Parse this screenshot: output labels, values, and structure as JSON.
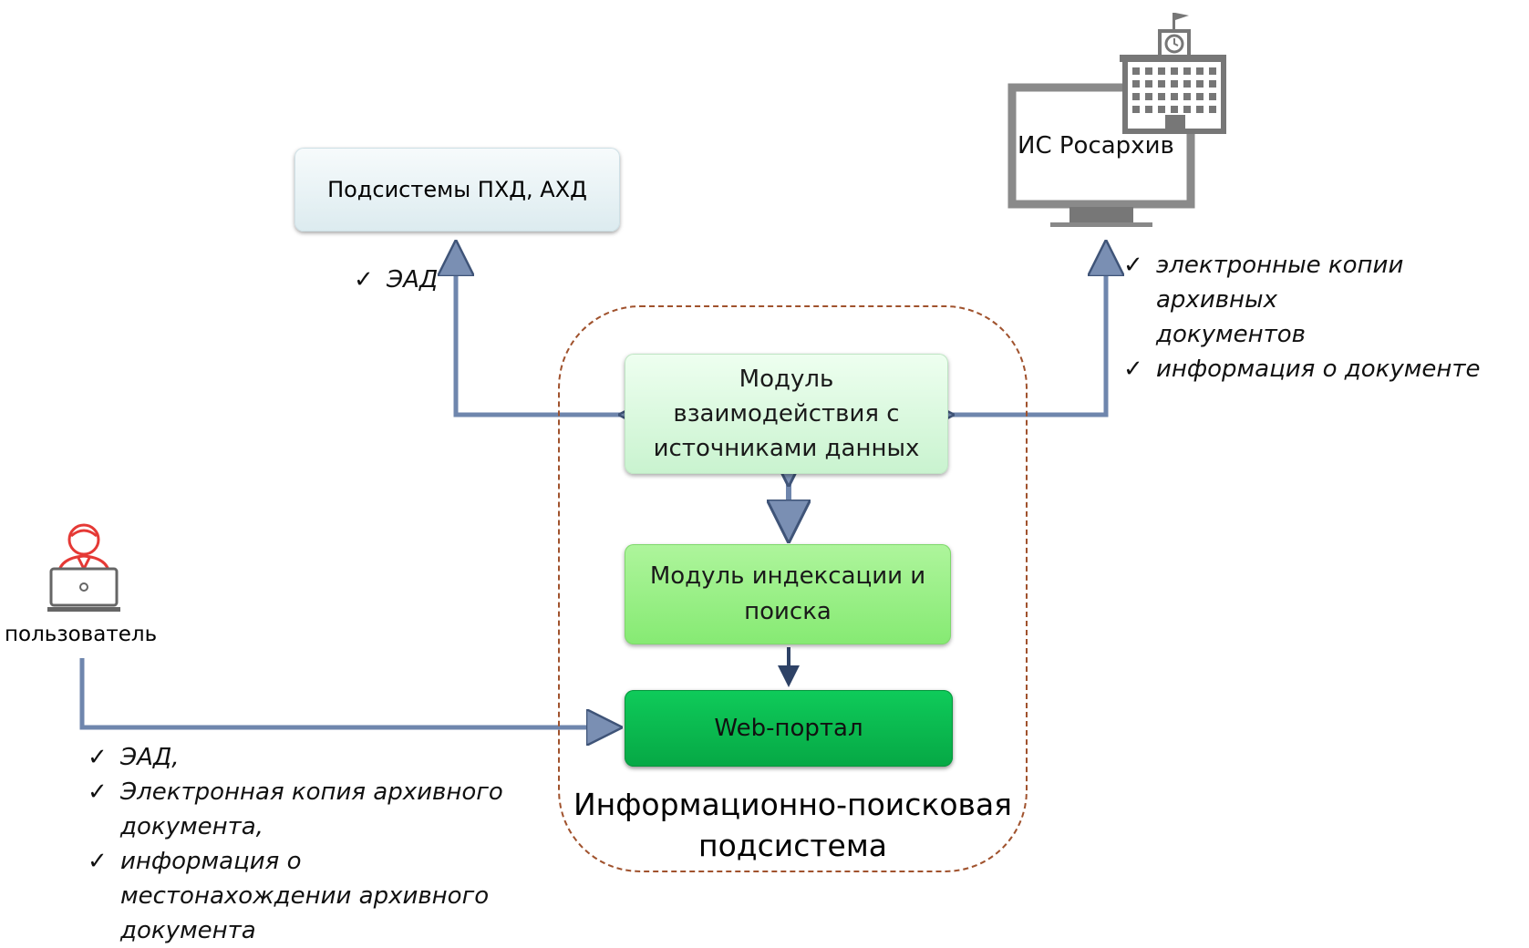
{
  "nodes": {
    "pxd_box": "Подсистемы ПХД, АХД",
    "rosarchiv_label": "ИС Росархив",
    "user_label": "пользователь",
    "interaction_module": [
      "Модуль",
      "взаимодействия с",
      "источниками данных"
    ],
    "indexing_module": [
      "Модуль индексации и",
      "поиска"
    ],
    "web_portal": "Web-портал"
  },
  "subsystem": {
    "title_line1": "Информационно-поисковая",
    "title_line2": "подсистема"
  },
  "notes": {
    "pxd": [
      "ЭАД"
    ],
    "rosarchiv": [
      "электронные копии архивных\nдокументов",
      "информация о документе"
    ],
    "user": [
      "ЭАД,",
      "Электронная копия архивного\nдокумента,",
      "информация о\nместонахождении архивного\nдокумента"
    ]
  },
  "icons": {
    "check": "✓",
    "user": "user-at-laptop-icon",
    "rosarchiv": "monitor-with-building-icon"
  },
  "colors": {
    "connector": "#6f86ad",
    "connector_dark": "#2e4266",
    "subsystem_border": "#a0522d",
    "user_icon": "#e53935"
  }
}
